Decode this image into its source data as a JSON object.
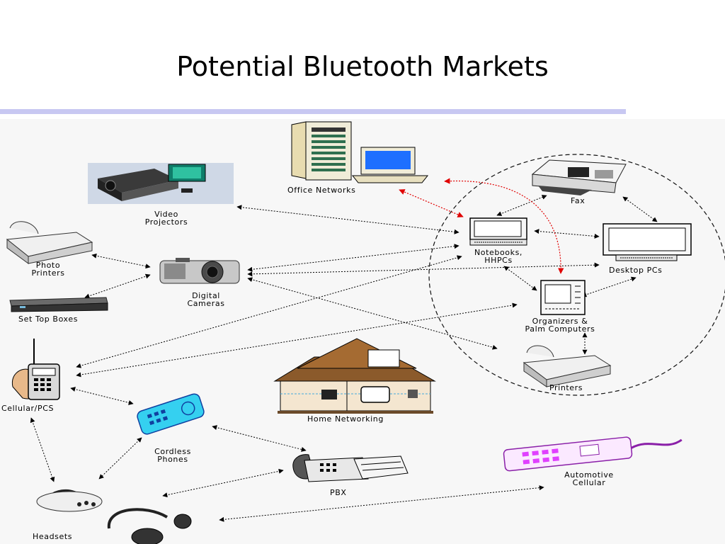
{
  "slide": {
    "title": "Potential Bluetooth Markets"
  },
  "labels": {
    "office_networks": "Office Networks",
    "video_projectors_1": "Video",
    "video_projectors_2": "Projectors",
    "fax": "Fax",
    "photo_printers_1": "Photo",
    "photo_printers_2": "Printers",
    "notebooks_1": "Notebooks,",
    "notebooks_2": "HHPCs",
    "desktop_pcs": "Desktop PCs",
    "digital_cameras_1": "Digital",
    "digital_cameras_2": "Cameras",
    "set_top_boxes": "Set Top Boxes",
    "organizers_1": "Organizers &",
    "organizers_2": "Palm Computers",
    "cellular_pcs": "Cellular/PCS",
    "home_networking": "Home Networking",
    "printers": "Printers",
    "cordless_phones_1": "Cordless",
    "cordless_phones_2": "Phones",
    "automotive_cellular_1": "Automotive",
    "automotive_cellular_2": "Cellular",
    "pbx": "PBX",
    "headsets": "Headsets"
  },
  "colors": {
    "title_rule": "#c8c8f2",
    "panel_bg": "#f7f7f7",
    "link_black": "#000000",
    "link_red": "#e00000",
    "screen_blue": "#1e6fff",
    "house_wall": "#f4e6d0",
    "house_roof": "#8b5a2b",
    "phone_cyan": "#35d0f0",
    "auto_cell_magenta": "#e040ff"
  },
  "icons": [
    "office-network-icon",
    "video-projector-icon",
    "fax-icon",
    "photo-printer-icon",
    "notebook-icon",
    "desktop-pc-icon",
    "digital-camera-icon",
    "set-top-box-icon",
    "organizer-icon",
    "cellular-phone-icon",
    "home-network-icon",
    "printer-icon",
    "cordless-phone-icon",
    "automotive-cellular-icon",
    "pbx-icon",
    "headset-icon"
  ]
}
